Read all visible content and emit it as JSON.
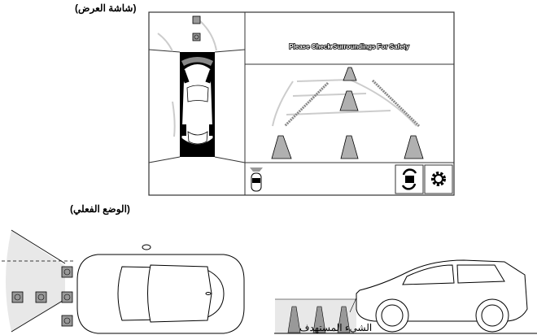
{
  "titles": {
    "display_screen": "(شاشة العرض)",
    "actual_situation": "(الوضع الفعلي)"
  },
  "screen": {
    "message": "Please Check Surroundings For Safety",
    "buttons": [
      {
        "name": "view-switch-button",
        "icon": "camera-switch-icon"
      },
      {
        "name": "settings-button",
        "icon": "gear-icon"
      }
    ]
  },
  "callouts": {
    "target_object": "الشيء المستهدف"
  },
  "colors": {
    "cone": "#b0b0b0",
    "zone": "#e8e8e8",
    "guide": "#c8c8c8",
    "frame": "#333333"
  }
}
